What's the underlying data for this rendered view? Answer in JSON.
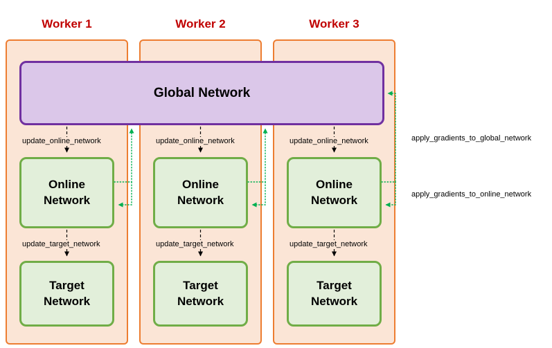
{
  "workers": [
    {
      "title": "Worker 1"
    },
    {
      "title": "Worker 2"
    },
    {
      "title": "Worker 3"
    }
  ],
  "global_network_label": "Global Network",
  "online_network_label": "Online\nNetwork",
  "target_network_label": "Target\nNetwork",
  "arrows": {
    "update_online": "update_online_network",
    "update_target": "update_target_network",
    "apply_gradients_global": "apply_gradients_to_global_network",
    "apply_gradients_online": "apply_gradients_to_online_network"
  },
  "colors": {
    "worker_fill": "#FBE5D6",
    "worker_border": "#ED7D31",
    "worker_title": "#C00000",
    "global_fill": "#DBC7E9",
    "global_border": "#7030A0",
    "network_fill": "#E2EFDA",
    "network_border": "#70AD47",
    "gradient_arrow_color": "#00B050",
    "update_arrow_color": "#000000"
  }
}
